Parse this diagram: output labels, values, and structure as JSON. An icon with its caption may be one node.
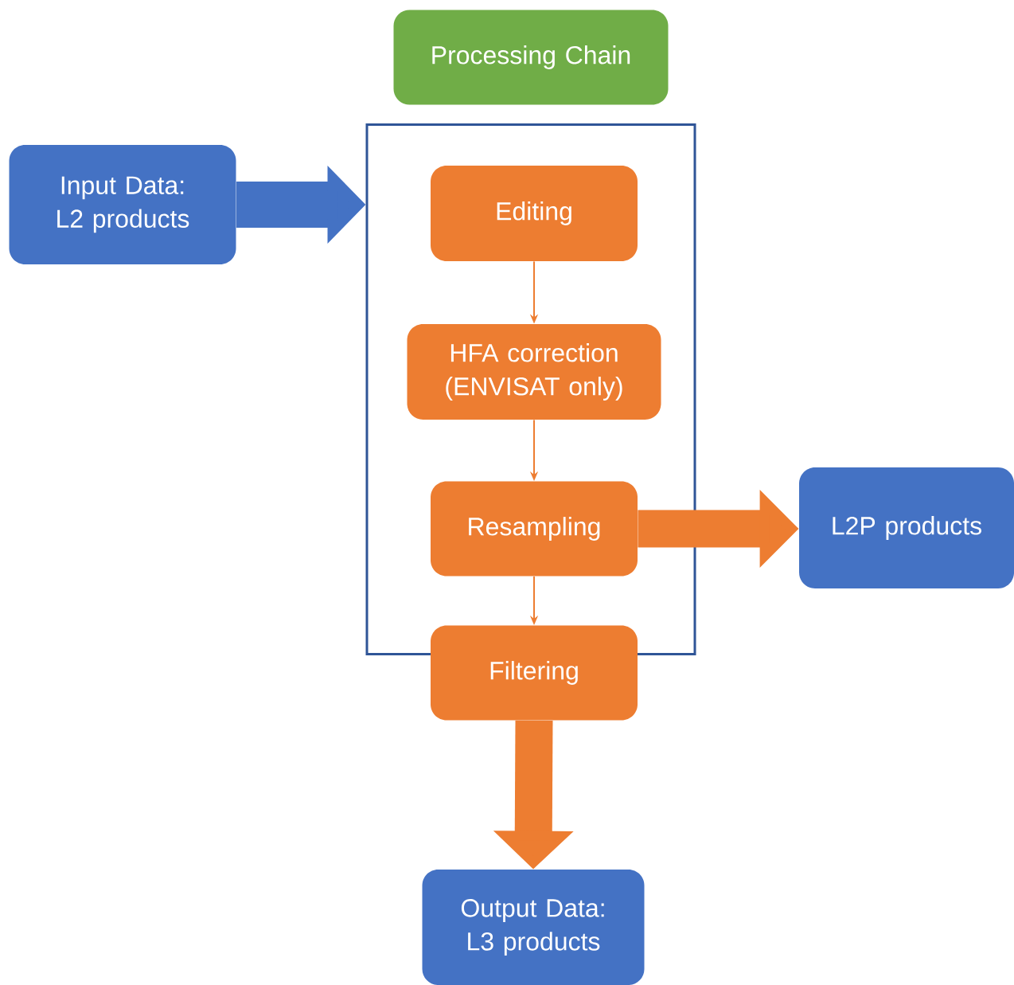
{
  "diagram": {
    "nodes": [
      {
        "text": [
          "Processing Chain"
        ]
      },
      {
        "text": [
          "Input Data: L2 products"
        ]
      },
      {
        "text": [],
        "shape": "box"
      },
      {
        "text": [
          "Editing"
        ],
        "in": 2
      },
      {
        "text": [
          "HFA correction (ENVISAT only)"
        ],
        "in": 2
      },
      {
        "text": [
          "Resampling"
        ],
        "in": 2
      },
      {
        "text": [
          "L2P products"
        ]
      },
      {
        "text": [
          "Filtering"
        ]
      },
      {
        "text": [
          "Output Data: L3 products"
        ]
      }
    ],
    "edges": [
      {
        "from": 1,
        "to": 2,
        "arrow": "to",
        "style": "thick",
        "color": "#4472c4"
      },
      {
        "from": 3,
        "to": 4,
        "arrow": "to"
      },
      {
        "from": 4,
        "to": 5,
        "arrow": "to"
      },
      {
        "from": 5,
        "to": 6,
        "arrow": "to",
        "style": "thick"
      },
      {
        "from": 5,
        "to": 7,
        "arrow": "to"
      },
      {
        "from": 7,
        "to": 8,
        "arrow": "to",
        "style": "thick"
      }
    ]
  }
}
